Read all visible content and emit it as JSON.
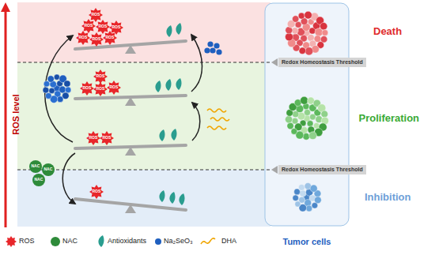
{
  "diagram": {
    "nodes": [
      {
        "text": [
          "Redox Homeostasis Threshold"
        ]
      },
      {
        "text": [
          "Redox Homeostasis Threshold"
        ]
      }
    ],
    "labels": [
      "ROS level",
      "Death",
      "Proliferation",
      "Inhibition",
      "Tumor cells",
      "ROS",
      "ROS",
      "ROS",
      "ROS",
      "ROS",
      "ROS",
      "ROS",
      "ROS",
      "ROS",
      "ROS",
      "ROS",
      "ROS",
      "ROS",
      "ROS",
      "NAC",
      "NAC",
      "NAC"
    ],
    "legend": [
      {
        "text": "ROS"
      },
      {
        "text": "NAC"
      },
      {
        "text": "Antioxidants"
      },
      {
        "text": "Na₂SeO₃"
      },
      {
        "text": "DHA"
      }
    ]
  }
}
